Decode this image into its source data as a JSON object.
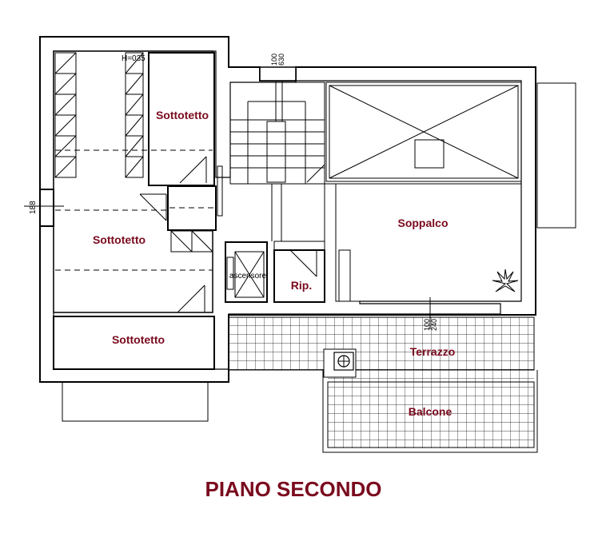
{
  "plan": {
    "title": "PIANO SECONDO",
    "rooms": {
      "sottotetto_top": "Sottotetto",
      "sottotetto_mid": "Sottotetto",
      "sottotetto_bottom": "Sottotetto",
      "soppalco": "Soppalco",
      "ascensore": "ascensore",
      "ripostiglio": "Rip.",
      "terrazzo": "Terrazzo",
      "balcone": "Balcone"
    },
    "annotations": {
      "height_note": "H=035",
      "dim_left": "188",
      "dim_top_a": "100",
      "dim_top_b": "630",
      "dim_mid_a": "100",
      "dim_mid_b": "240"
    },
    "colors": {
      "label": "#7a0a1e",
      "line": "#000000"
    }
  }
}
